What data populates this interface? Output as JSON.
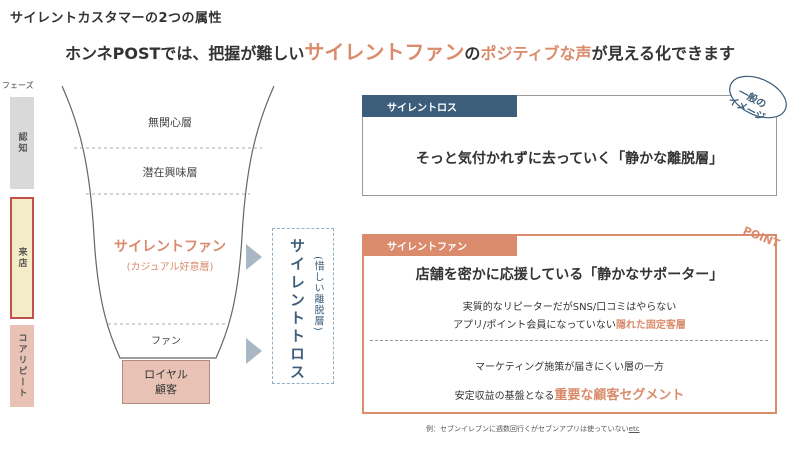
{
  "slide_title": "サイレントカスタマーの2つの属性",
  "headline": {
    "prefix": "ホンネPOSTでは、把握が難しい",
    "accent1": "サイレントファン",
    "mid": "の",
    "accent2": "ポジティブな声",
    "suffix": "が見える化できます"
  },
  "phases": {
    "label": "フェーズ",
    "items": [
      "認知",
      "来店",
      "コアリピート"
    ]
  },
  "funnel": {
    "layers": [
      "無関心層",
      "潜在興味層"
    ],
    "fan_main": "サイレントファン",
    "fan_sub": "(カジュアル好意層)",
    "fan_layer": "ファン",
    "royal": [
      "ロイヤル",
      "顧客"
    ]
  },
  "silent_loss_vertical": {
    "title": "サイレントトロス",
    "paren": "(惜しい離脱層)"
  },
  "loss_card": {
    "tab": "サイレントロス",
    "text": "そっと気付かれずに去っていく「静かな離脱層」",
    "badge": "一般の\nイメージ"
  },
  "fan_card": {
    "tab": "サイレントファン",
    "point": "POINT",
    "heading": "店舗を密かに応援している「静かなサポーター」",
    "line1": "実質的なリピーターだがSNS/口コミはやらない",
    "line2_prefix": "アプリ/ポイント会員になっていない",
    "line2_hl": "隠れた固定客層",
    "line3": "マーケティング施策が届きにくい層の一方",
    "line4_prefix": "安定収益の基盤となる",
    "line4_hl": "重要な顧客セグメント"
  },
  "example_note": {
    "text": "例：セブンイレブンに週数回行くがセブンアプリは使っていない",
    "etc": "etc"
  },
  "colors": {
    "accent": "#d98b6c",
    "navy": "#3d5e7a",
    "phase_gray": "#d9d9d9",
    "phase_cream": "#f3ecc7",
    "phase_pink": "#e8c2b4"
  }
}
